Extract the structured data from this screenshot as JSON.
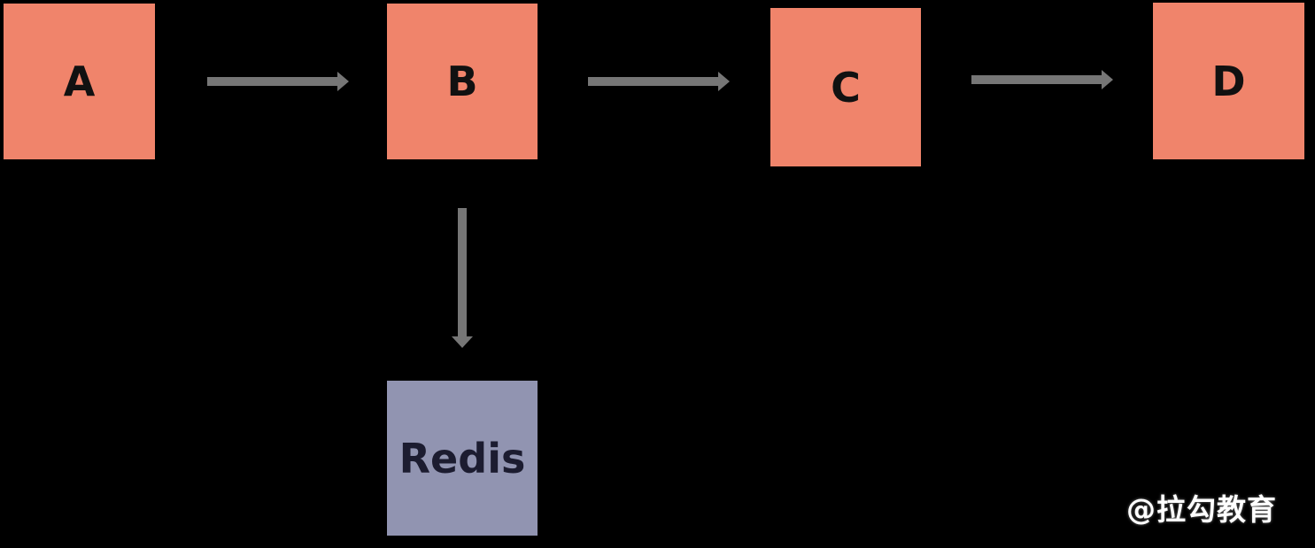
{
  "diagram": {
    "colors": {
      "background": "#000000",
      "node_fill": "#F0846B",
      "redis_fill": "#9194B1",
      "arrow": "#767676",
      "node_text": "#111111",
      "redis_text": "#1C1C30",
      "watermark_text": "#FFFFFF"
    },
    "nodes": [
      {
        "id": "a",
        "label": "A",
        "fill": "#F0846B",
        "text_color": "#111111"
      },
      {
        "id": "b",
        "label": "B",
        "fill": "#F0846B",
        "text_color": "#111111"
      },
      {
        "id": "c",
        "label": "C",
        "fill": "#F0846B",
        "text_color": "#111111"
      },
      {
        "id": "d",
        "label": "D",
        "fill": "#F0846B",
        "text_color": "#111111"
      },
      {
        "id": "redis",
        "label": "Redis",
        "fill": "#9194B1",
        "text_color": "#1C1C30"
      }
    ],
    "edges": [
      {
        "from": "A",
        "to": "B",
        "direction": "right"
      },
      {
        "from": "B",
        "to": "C",
        "direction": "right"
      },
      {
        "from": "C",
        "to": "D",
        "direction": "right"
      },
      {
        "from": "B",
        "to": "Redis",
        "direction": "down"
      }
    ],
    "watermark": "@拉勾教育"
  }
}
